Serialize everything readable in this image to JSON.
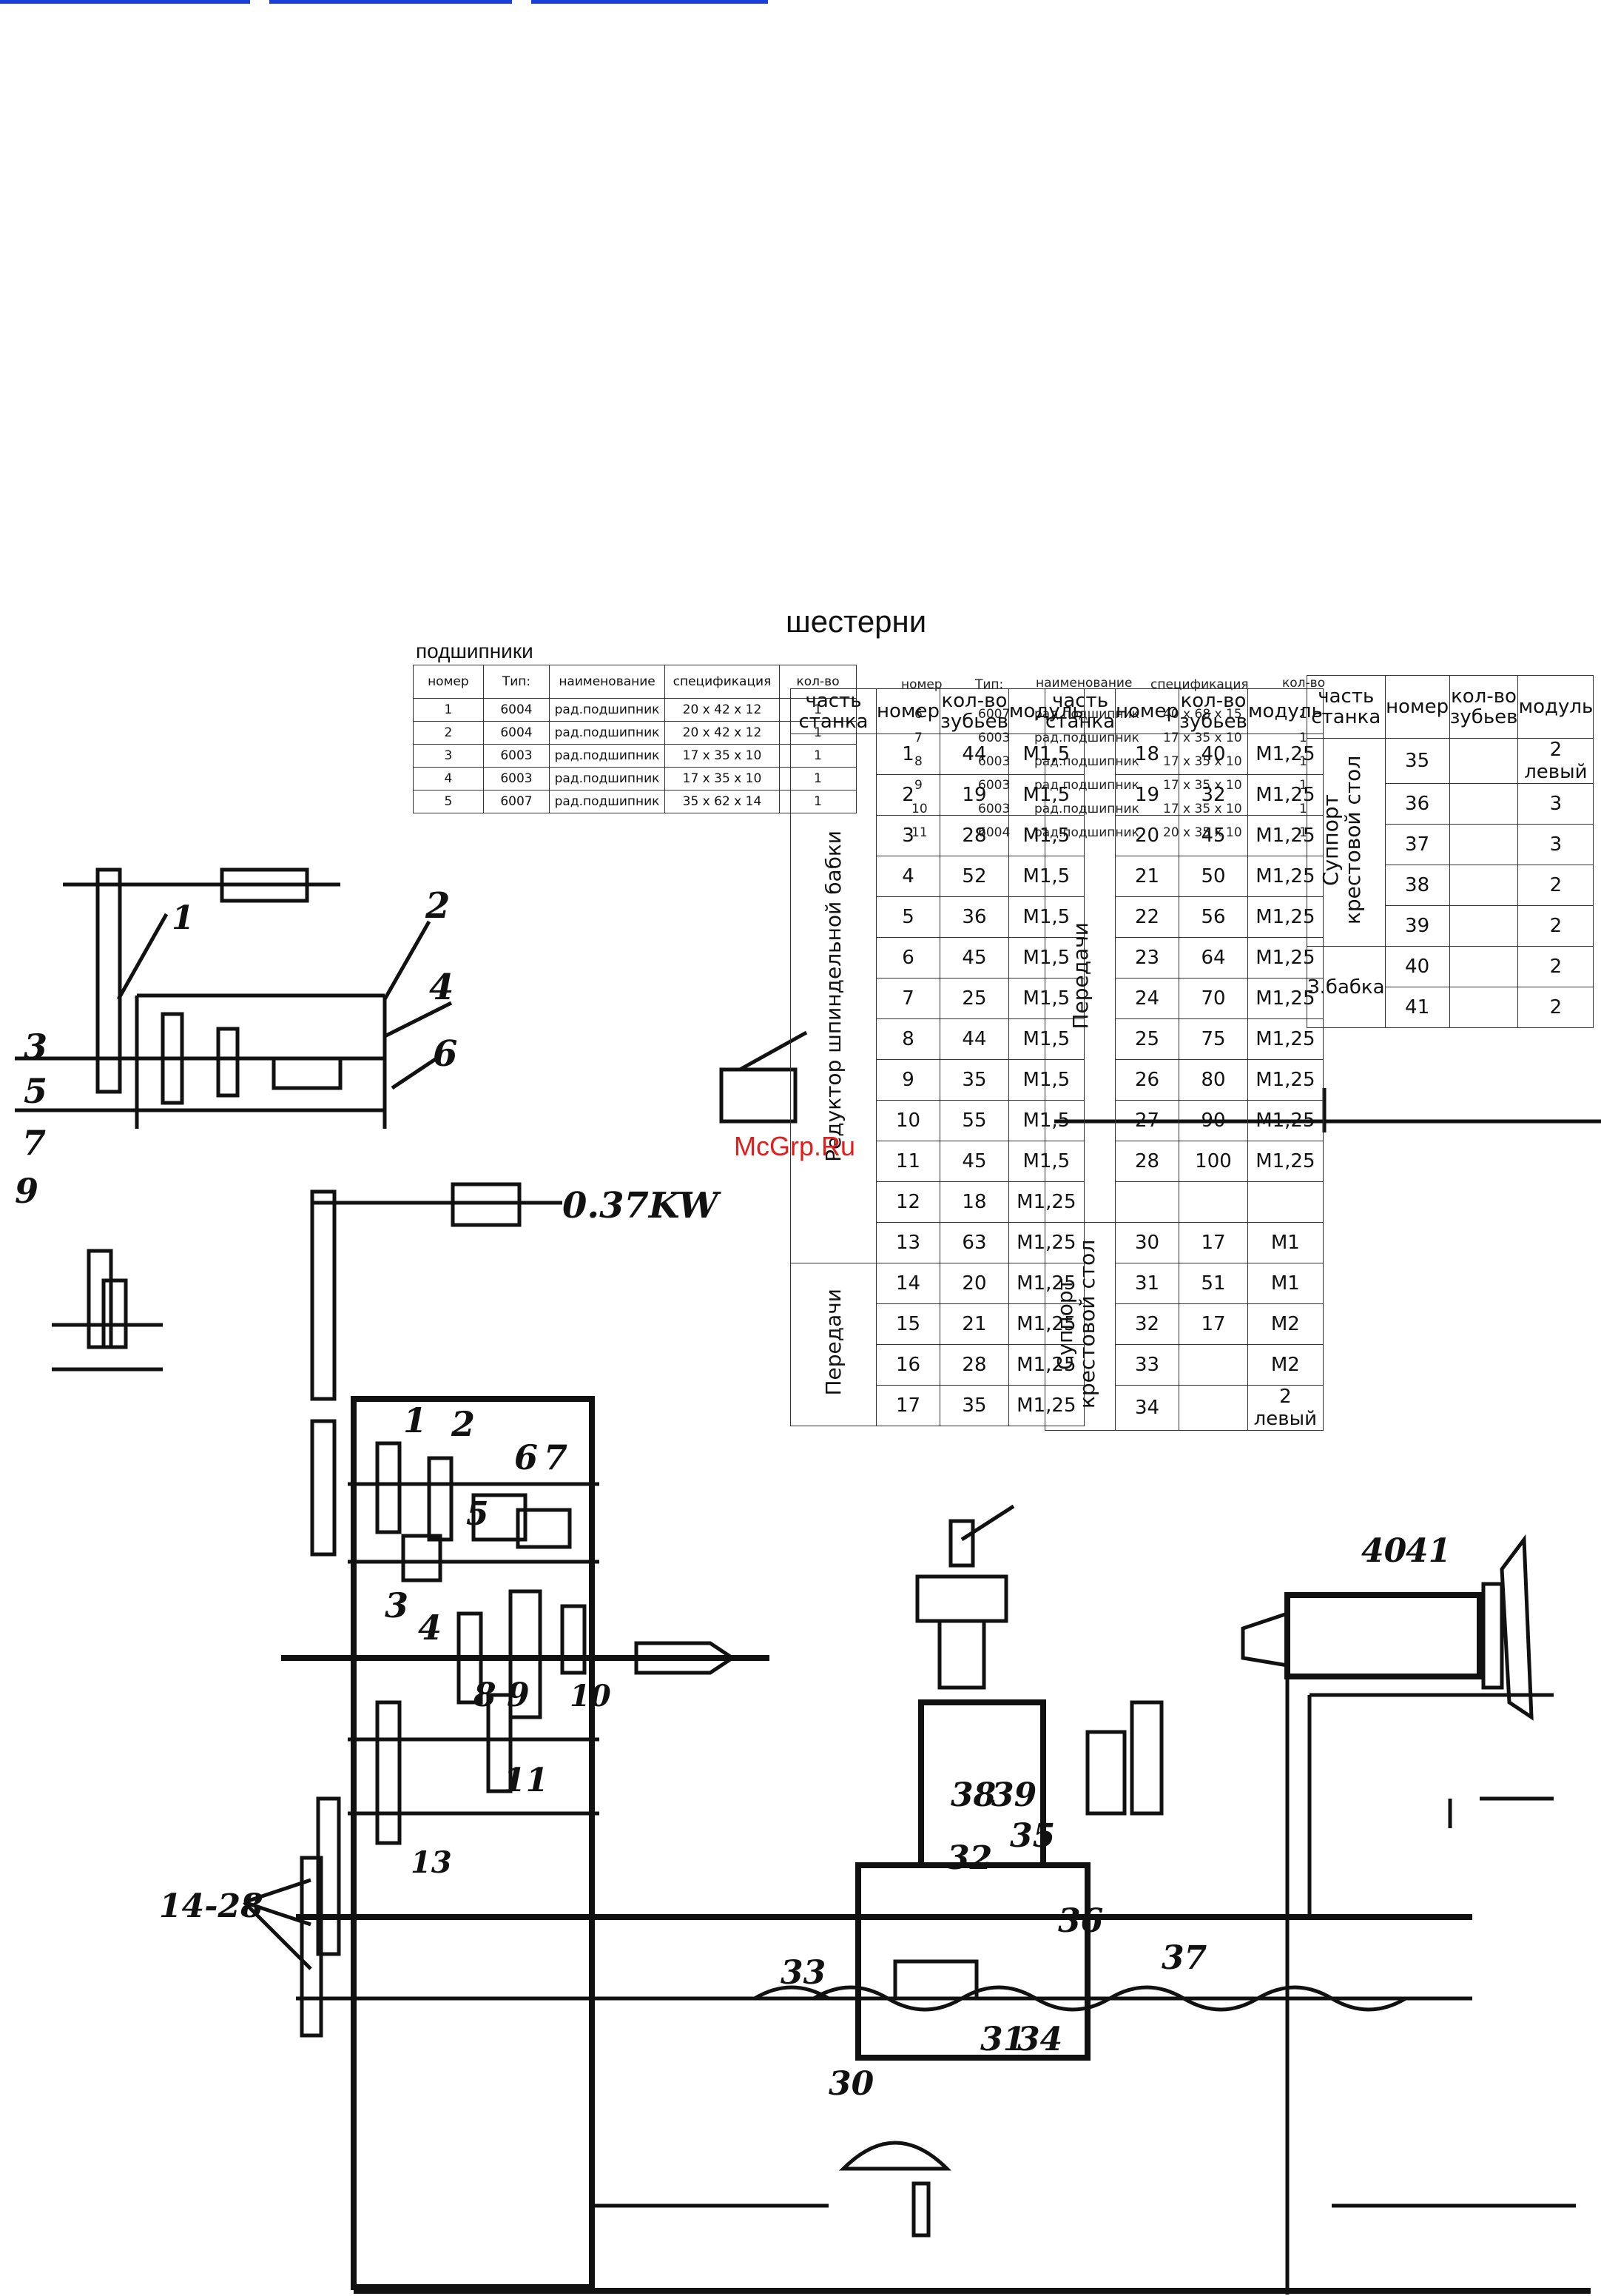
{
  "nav_links": [
    "",
    "",
    ""
  ],
  "gears_title": "шестерни",
  "bearings_title": "подшипники",
  "bearings": {
    "headers": [
      "номер",
      "Тип:",
      "наименование",
      "спецификация",
      "кол-во"
    ],
    "rows": [
      [
        "1",
        "6004",
        "рад.подшипник",
        "20 x 42 x 12",
        "1"
      ],
      [
        "2",
        "6004",
        "рад.подшипник",
        "20 x 42 x 12",
        "1"
      ],
      [
        "3",
        "6003",
        "рад.подшипник",
        "17 x 35 x 10",
        "1"
      ],
      [
        "4",
        "6003",
        "рад.подшипник",
        "17 x 35 x 10",
        "1"
      ],
      [
        "5",
        "6007",
        "рад.подшипник",
        "35 x 62 x 14",
        "1"
      ]
    ]
  },
  "bearings_overlap": {
    "headers": [
      "номер",
      "Тип:",
      "наименование",
      "спецификация",
      "кол-во"
    ],
    "rows": [
      [
        "6",
        "6007",
        "рад.подшипник",
        "40 x 68 x 15",
        "1"
      ],
      [
        "7",
        "6003",
        "рад.подшипник",
        "17 x 35 x 10",
        "1"
      ],
      [
        "8",
        "6003",
        "рад.подшипник",
        "17 x 35 x 10",
        "1"
      ],
      [
        "9",
        "6003",
        "рад.подшипник",
        "17 x 35 x 10",
        "1"
      ],
      [
        "10",
        "6003",
        "рад.подшипник",
        "17 x 35 x 10",
        "1"
      ],
      [
        "11",
        "6004",
        "рад.подшипник",
        "20 x 35 x 10",
        "1"
      ]
    ]
  },
  "gear_headers": [
    "часть станка",
    "номер",
    "кол-во зубьев",
    "модуль"
  ],
  "gear_table_1": {
    "groups": [
      {
        "label": "Редуктор шпиндельной бабки",
        "rows": [
          [
            "1",
            "44",
            "M1,5"
          ],
          [
            "2",
            "19",
            "M1,5"
          ],
          [
            "3",
            "28",
            "M1,5"
          ],
          [
            "4",
            "52",
            "M1,5"
          ],
          [
            "5",
            "36",
            "M1,5"
          ],
          [
            "6",
            "45",
            "M1,5"
          ],
          [
            "7",
            "25",
            "M1,5"
          ],
          [
            "8",
            "44",
            "M1,5"
          ],
          [
            "9",
            "35",
            "M1,5"
          ],
          [
            "10",
            "55",
            "M1,5"
          ],
          [
            "11",
            "45",
            "M1,5"
          ],
          [
            "12",
            "18",
            "M1,25"
          ],
          [
            "13",
            "63",
            "M1,25"
          ]
        ]
      },
      {
        "label": "Передачи",
        "rows": [
          [
            "14",
            "20",
            "M1,25"
          ],
          [
            "15",
            "21",
            "M1,25"
          ],
          [
            "16",
            "28",
            "M1,25"
          ],
          [
            "17",
            "35",
            "M1,25"
          ]
        ]
      }
    ]
  },
  "gear_table_2": {
    "groups": [
      {
        "label": "Передачи",
        "rows": [
          [
            "18",
            "40",
            "M1,25"
          ],
          [
            "19",
            "32",
            "M1,25"
          ],
          [
            "20",
            "45",
            "M1,25"
          ],
          [
            "21",
            "50",
            "M1,25"
          ],
          [
            "22",
            "56",
            "M1,25"
          ],
          [
            "23",
            "64",
            "M1,25"
          ],
          [
            "24",
            "70",
            "M1,25"
          ],
          [
            "25",
            "75",
            "M1,25"
          ],
          [
            "26",
            "80",
            "M1,25"
          ],
          [
            "27",
            "90",
            "M1,25"
          ],
          [
            "28",
            "100",
            "M1,25"
          ],
          [
            "",
            "",
            ""
          ]
        ]
      },
      {
        "label": "Суппорт крестовой стол",
        "rows": [
          [
            "30",
            "17",
            "M1"
          ],
          [
            "31",
            "51",
            "M1"
          ],
          [
            "32",
            "17",
            "M2"
          ],
          [
            "33",
            "",
            "M2"
          ],
          [
            "34",
            "",
            "2 левый"
          ]
        ]
      }
    ]
  },
  "gear_table_3": {
    "groups": [
      {
        "label": "Суппорт крестовой стол",
        "rows": [
          [
            "35",
            "",
            "2 левый"
          ],
          [
            "36",
            "",
            "3"
          ],
          [
            "37",
            "",
            "3"
          ],
          [
            "38",
            "",
            "2"
          ],
          [
            "39",
            "",
            "2"
          ]
        ]
      },
      {
        "label": "З.бабка",
        "rows": [
          [
            "40",
            "",
            "2"
          ],
          [
            "41",
            "",
            "2"
          ]
        ]
      }
    ]
  },
  "watermark": "McGrp.Ru",
  "drawing": {
    "motor_label": "0.37KW",
    "range_label": "14-28",
    "part_numbers": [
      "1",
      "2",
      "3",
      "4",
      "5",
      "6",
      "7",
      "8",
      "9",
      "10",
      "11",
      "13",
      "30",
      "31",
      "32",
      "33",
      "34",
      "35",
      "36",
      "37",
      "38",
      "39",
      "40",
      "41"
    ],
    "inset_part_numbers": [
      "1",
      "2",
      "3",
      "4",
      "5",
      "6",
      "7",
      "9"
    ]
  }
}
